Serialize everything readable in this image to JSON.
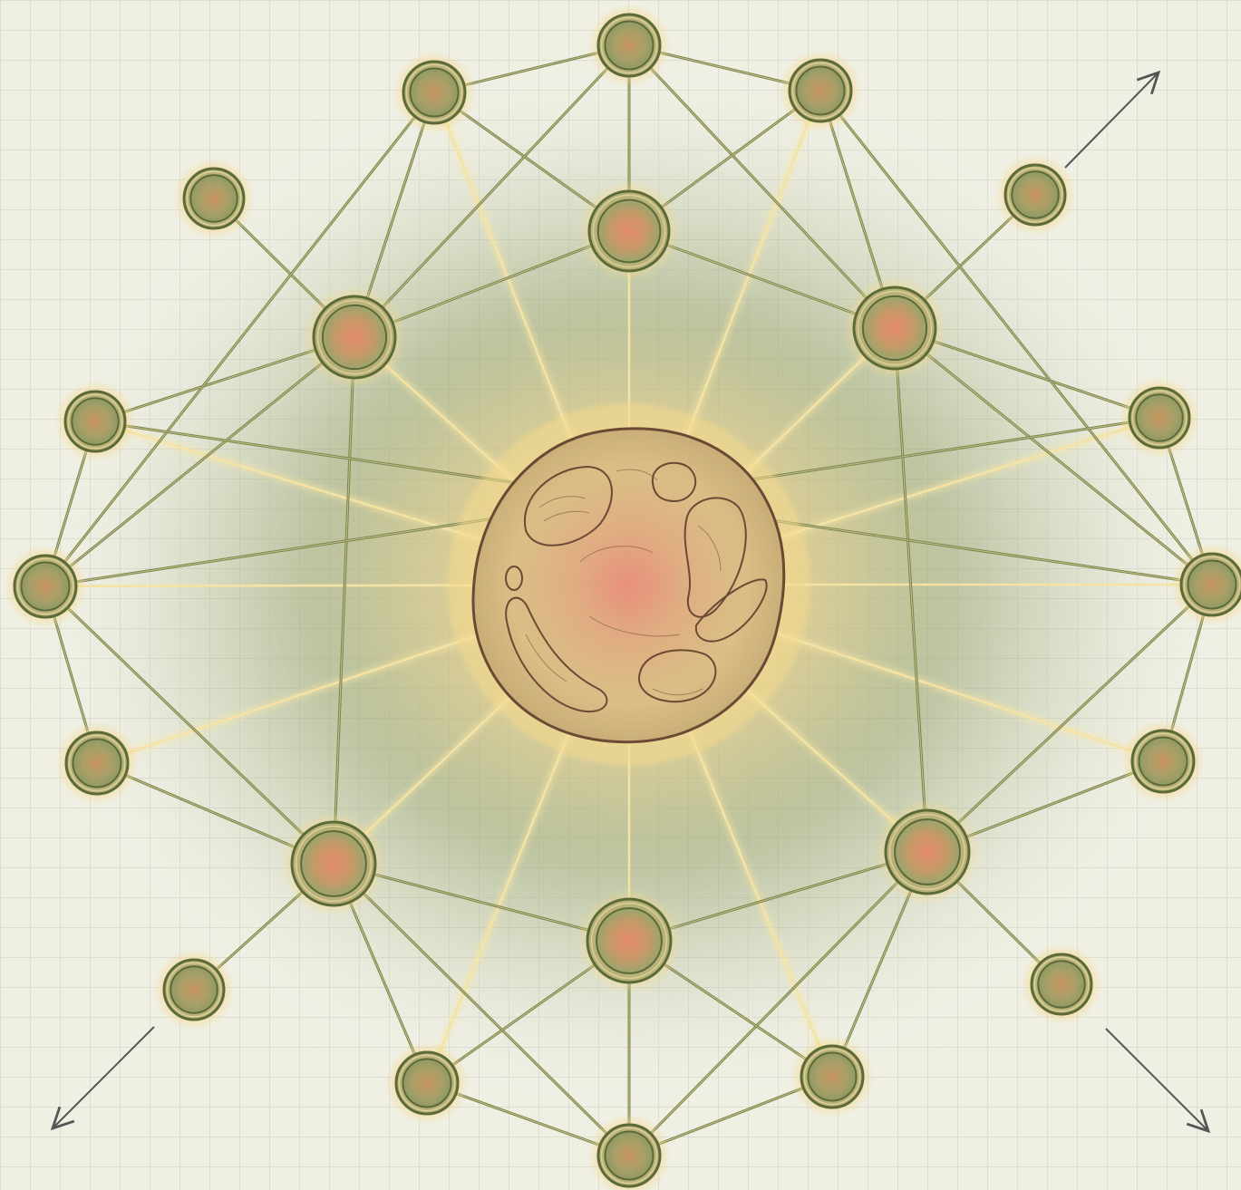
{
  "colors": {
    "paper": "#efefe4",
    "grid_line": "#d6d8cb",
    "glow_inner": "#f2d07a",
    "glow_mid": "#9aa878",
    "edge": "#7a8550",
    "spoke": "#f4e3a4",
    "node_ring": "#5c6a38",
    "node_fill_outer": "#9ba56e",
    "node_fill_inner": "#d59872",
    "core_outline": "#6b4a35",
    "core_fill": "#d7bb82",
    "core_center": "#e59a7e",
    "arrow": "#555555"
  },
  "diagram": {
    "title": "",
    "center": {
      "id": "core",
      "shape": "cell"
    },
    "nodes": [
      {
        "id": "n-top",
        "kind": "outer",
        "hub": false
      },
      {
        "id": "n-top-left",
        "kind": "outer",
        "hub": false
      },
      {
        "id": "n-top-right",
        "kind": "outer",
        "hub": false
      },
      {
        "id": "n-upper-center",
        "kind": "hub",
        "hub": true
      },
      {
        "id": "n-far-upper-left",
        "kind": "leaf",
        "hub": false
      },
      {
        "id": "n-far-upper-right",
        "kind": "leaf",
        "hub": false
      },
      {
        "id": "n-upper-left-hub",
        "kind": "hub",
        "hub": true
      },
      {
        "id": "n-upper-right-hub",
        "kind": "hub",
        "hub": true
      },
      {
        "id": "n-left-upper",
        "kind": "outer",
        "hub": false
      },
      {
        "id": "n-right-upper",
        "kind": "outer",
        "hub": false
      },
      {
        "id": "n-left",
        "kind": "outer",
        "hub": false
      },
      {
        "id": "n-right",
        "kind": "outer",
        "hub": false
      },
      {
        "id": "n-left-lower",
        "kind": "outer",
        "hub": false
      },
      {
        "id": "n-right-lower",
        "kind": "outer",
        "hub": false
      },
      {
        "id": "n-lower-left-hub",
        "kind": "hub",
        "hub": true
      },
      {
        "id": "n-lower-right-hub",
        "kind": "hub",
        "hub": true
      },
      {
        "id": "n-lower-center",
        "kind": "hub",
        "hub": true
      },
      {
        "id": "n-far-lower-left",
        "kind": "leaf",
        "hub": false
      },
      {
        "id": "n-far-lower-right",
        "kind": "leaf",
        "hub": false
      },
      {
        "id": "n-bottom-left",
        "kind": "outer",
        "hub": false
      },
      {
        "id": "n-bottom-right",
        "kind": "outer",
        "hub": false
      },
      {
        "id": "n-bottom",
        "kind": "outer",
        "hub": false
      }
    ],
    "edges": [
      [
        "n-top",
        "n-top-left"
      ],
      [
        "n-top",
        "n-top-right"
      ],
      [
        "n-top",
        "n-upper-center"
      ],
      [
        "n-top",
        "n-upper-left-hub"
      ],
      [
        "n-top",
        "n-upper-right-hub"
      ],
      [
        "n-top-left",
        "n-upper-center"
      ],
      [
        "n-top-left",
        "n-upper-left-hub"
      ],
      [
        "n-top-right",
        "n-upper-center"
      ],
      [
        "n-top-right",
        "n-upper-right-hub"
      ],
      [
        "n-upper-center",
        "n-upper-left-hub"
      ],
      [
        "n-upper-center",
        "n-upper-right-hub"
      ],
      [
        "n-far-upper-left",
        "n-upper-left-hub"
      ],
      [
        "n-far-upper-right",
        "n-upper-right-hub"
      ],
      [
        "n-upper-left-hub",
        "n-left-upper"
      ],
      [
        "n-upper-left-hub",
        "n-left"
      ],
      [
        "n-upper-right-hub",
        "n-right-upper"
      ],
      [
        "n-upper-right-hub",
        "n-right"
      ],
      [
        "n-left-upper",
        "n-left"
      ],
      [
        "n-right-upper",
        "n-right"
      ],
      [
        "n-left",
        "n-left-lower"
      ],
      [
        "n-right",
        "n-right-lower"
      ],
      [
        "n-left",
        "n-lower-left-hub"
      ],
      [
        "n-right",
        "n-lower-right-hub"
      ],
      [
        "n-left-lower",
        "n-lower-left-hub"
      ],
      [
        "n-right-lower",
        "n-lower-right-hub"
      ],
      [
        "n-lower-left-hub",
        "n-lower-center"
      ],
      [
        "n-lower-right-hub",
        "n-lower-center"
      ],
      [
        "n-lower-left-hub",
        "n-far-lower-left"
      ],
      [
        "n-lower-right-hub",
        "n-far-lower-right"
      ],
      [
        "n-lower-left-hub",
        "n-bottom-left"
      ],
      [
        "n-lower-right-hub",
        "n-bottom-right"
      ],
      [
        "n-lower-left-hub",
        "n-bottom"
      ],
      [
        "n-lower-right-hub",
        "n-bottom"
      ],
      [
        "n-lower-center",
        "n-bottom-left"
      ],
      [
        "n-lower-center",
        "n-bottom-right"
      ],
      [
        "n-lower-center",
        "n-bottom"
      ],
      [
        "n-bottom-left",
        "n-bottom"
      ],
      [
        "n-bottom-right",
        "n-bottom"
      ],
      [
        "n-top-left",
        "n-upper-left-hub"
      ],
      [
        "n-upper-left-hub",
        "n-lower-left-hub"
      ],
      [
        "n-upper-right-hub",
        "n-lower-right-hub"
      ],
      [
        "n-top-left",
        "n-left"
      ],
      [
        "n-top-right",
        "n-right"
      ],
      [
        "n-left-upper",
        "n-right"
      ],
      [
        "n-right-upper",
        "n-left"
      ]
    ],
    "arrows": [
      {
        "id": "arrow-top-right",
        "direction": "up-right"
      },
      {
        "id": "arrow-bottom-left",
        "direction": "down-left"
      },
      {
        "id": "arrow-bottom-right",
        "direction": "down-right"
      }
    ]
  }
}
